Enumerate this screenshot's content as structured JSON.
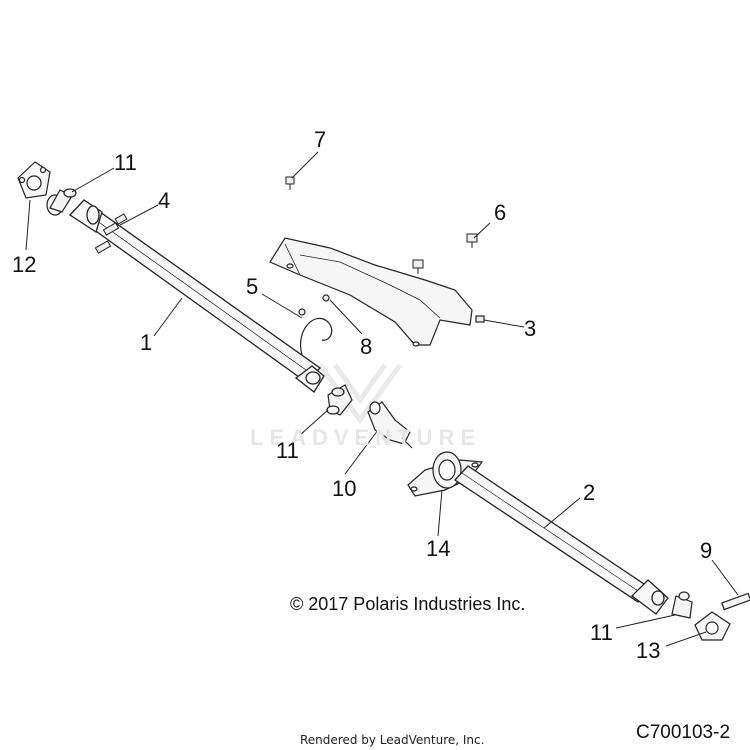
{
  "diagram": {
    "callouts": [
      {
        "id": "c7",
        "label": "7"
      },
      {
        "id": "c11a",
        "label": "11"
      },
      {
        "id": "c4",
        "label": "4"
      },
      {
        "id": "c6",
        "label": "6"
      },
      {
        "id": "c12",
        "label": "12"
      },
      {
        "id": "c5",
        "label": "5"
      },
      {
        "id": "c3",
        "label": "3"
      },
      {
        "id": "c1",
        "label": "1"
      },
      {
        "id": "c8",
        "label": "8"
      },
      {
        "id": "c11b",
        "label": "11"
      },
      {
        "id": "c10",
        "label": "10"
      },
      {
        "id": "c2",
        "label": "2"
      },
      {
        "id": "c14",
        "label": "14"
      },
      {
        "id": "c9",
        "label": "9"
      },
      {
        "id": "c11c",
        "label": "11"
      },
      {
        "id": "c13",
        "label": "13"
      }
    ],
    "copyright": "© 2017 Polaris Industries Inc.",
    "rendered_by": "Rendered by LeadVenture, Inc.",
    "diagram_id": "C700103-2",
    "watermark_text": "LEADVENTURE"
  },
  "colors": {
    "line": "#222222",
    "part_fill": "#f7f7f7",
    "watermark": "#e6e6e6"
  }
}
